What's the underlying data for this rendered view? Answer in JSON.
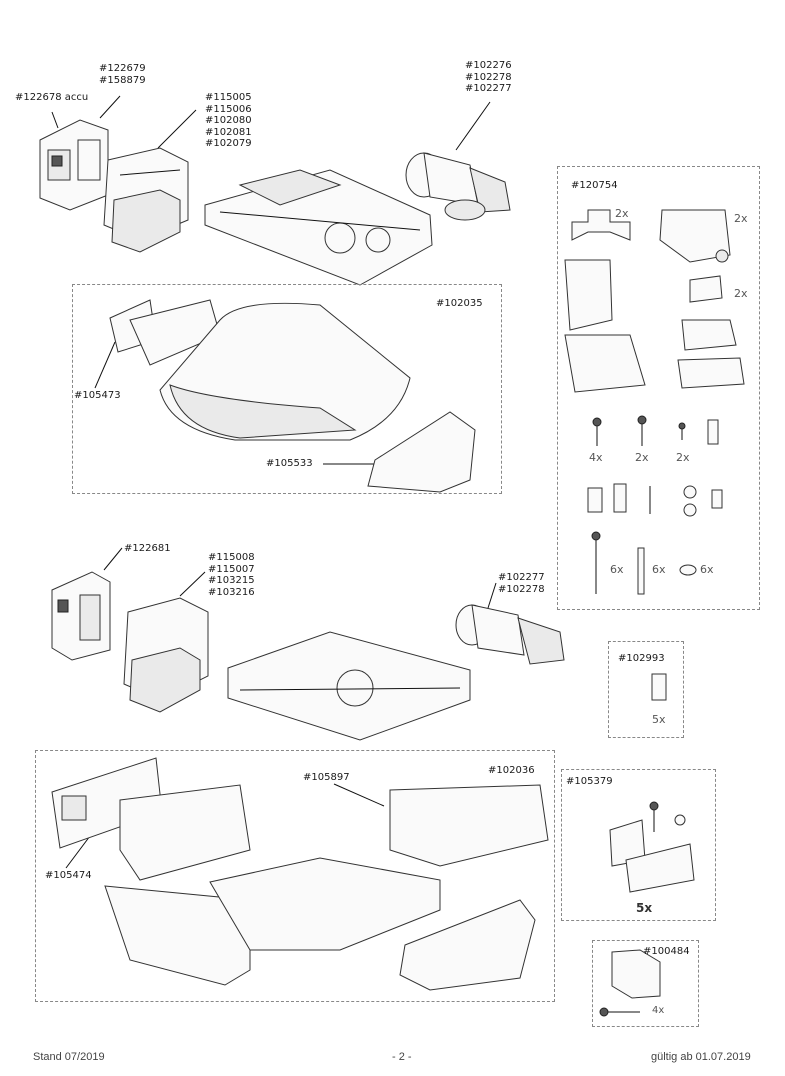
{
  "labels": {
    "l122678": "#122678 accu",
    "l122679": "#122679\n#158879",
    "l115005": "#115005\n#115006\n#102080\n#102081\n#102079",
    "l102276": "#102276\n#102278\n#102277",
    "l102035": "#102035",
    "l105473": "#105473",
    "l105533": "#105533",
    "l120754": "#120754",
    "l122681": "#122681",
    "l115008": "#115008\n#115007\n#103215\n#103216",
    "l102277b": "#102277\n#102278",
    "l102993": "#102993",
    "l102036": "#102036",
    "l105897": "#105897",
    "l105474": "#105474",
    "l105379": "#105379",
    "l100484": "#100484"
  },
  "quantities": {
    "q_bracket1": "2x",
    "q_bracket2": "2x",
    "q_bracket3": "2x",
    "q_screw1": "4x",
    "q_screw2": "2x",
    "q_screw3": "2x",
    "q_lag": "6x",
    "q_plug": "6x",
    "q_washer": "6x",
    "q_102993": "5x",
    "q_105379": "5x",
    "q_100484": "4x"
  },
  "footer": {
    "left": "Stand 07/2019",
    "center": "- 2 -",
    "right": "gültig ab 01.07.2019"
  }
}
